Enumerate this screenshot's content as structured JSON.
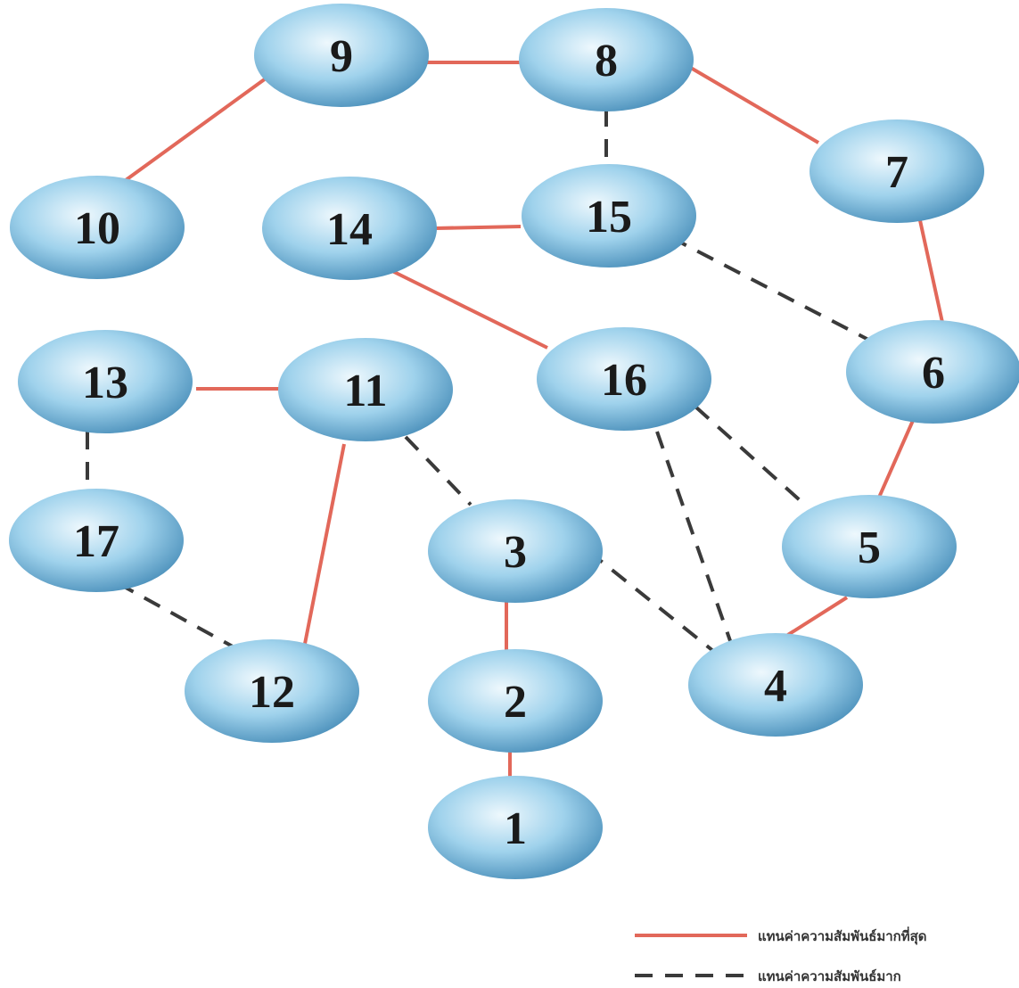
{
  "colors": {
    "strongest_line": "#e2685a",
    "strong_line": "#3a3a3a",
    "node_center": "#eef8fd",
    "node_mid": "#9fd2ec",
    "node_edge": "#4f93bd"
  },
  "nodes": [
    {
      "id": "1",
      "label": "1"
    },
    {
      "id": "2",
      "label": "2"
    },
    {
      "id": "3",
      "label": "3"
    },
    {
      "id": "4",
      "label": "4"
    },
    {
      "id": "5",
      "label": "5"
    },
    {
      "id": "6",
      "label": "6"
    },
    {
      "id": "7",
      "label": "7"
    },
    {
      "id": "8",
      "label": "8"
    },
    {
      "id": "9",
      "label": "9"
    },
    {
      "id": "10",
      "label": "10"
    },
    {
      "id": "11",
      "label": "11"
    },
    {
      "id": "12",
      "label": "12"
    },
    {
      "id": "13",
      "label": "13"
    },
    {
      "id": "14",
      "label": "14"
    },
    {
      "id": "15",
      "label": "15"
    },
    {
      "id": "16",
      "label": "16"
    },
    {
      "id": "17",
      "label": "17"
    }
  ],
  "edges": [
    {
      "from": "9",
      "to": "8",
      "type": "strongest"
    },
    {
      "from": "9",
      "to": "10",
      "type": "strongest"
    },
    {
      "from": "8",
      "to": "7",
      "type": "strongest"
    },
    {
      "from": "7",
      "to": "6",
      "type": "strongest"
    },
    {
      "from": "14",
      "to": "15",
      "type": "strongest"
    },
    {
      "from": "14",
      "to": "16",
      "type": "strongest"
    },
    {
      "from": "13",
      "to": "11",
      "type": "strongest"
    },
    {
      "from": "11",
      "to": "12",
      "type": "strongest"
    },
    {
      "from": "6",
      "to": "5",
      "type": "strongest"
    },
    {
      "from": "5",
      "to": "4",
      "type": "strongest"
    },
    {
      "from": "3",
      "to": "2",
      "type": "strongest"
    },
    {
      "from": "2",
      "to": "1",
      "type": "strongest"
    },
    {
      "from": "8",
      "to": "15",
      "type": "strong"
    },
    {
      "from": "15",
      "to": "6",
      "type": "strong"
    },
    {
      "from": "13",
      "to": "17",
      "type": "strong"
    },
    {
      "from": "17",
      "to": "12",
      "type": "strong"
    },
    {
      "from": "11",
      "to": "3",
      "type": "strong"
    },
    {
      "from": "3",
      "to": "4",
      "type": "strong"
    },
    {
      "from": "16",
      "to": "4",
      "type": "strong"
    },
    {
      "from": "16",
      "to": "5",
      "type": "strong"
    }
  ],
  "legend": {
    "strongest_label": "แทนค่าความสัมพันธ์มากที่สุด",
    "strong_label": "แทนค่าความสัมพันธ์มาก"
  }
}
